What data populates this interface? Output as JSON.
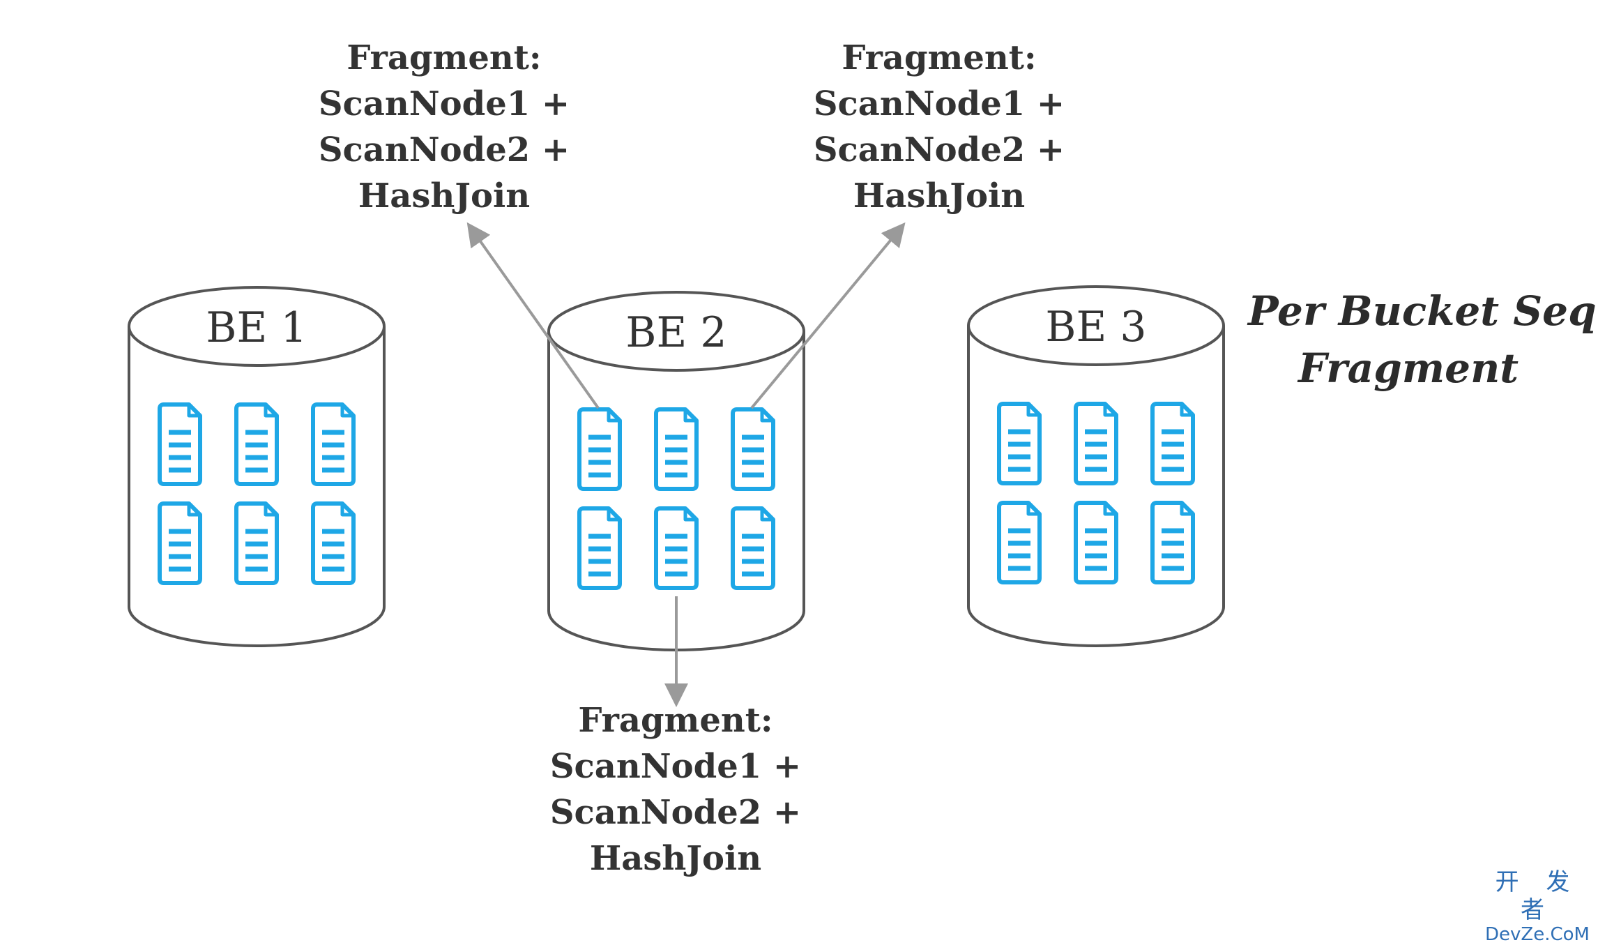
{
  "diagram": {
    "title_lines": [
      "Per Bucket Seq",
      "Fragment"
    ],
    "nodes": [
      {
        "label": "BE 1"
      },
      {
        "label": "BE 2"
      },
      {
        "label": "BE 3"
      }
    ],
    "fragments": [
      {
        "lines": [
          "Fragment:",
          "ScanNode1 +",
          "ScanNode2 +",
          "HashJoin"
        ]
      },
      {
        "lines": [
          "Fragment:",
          "ScanNode1 +",
          "ScanNode2 +",
          "HashJoin"
        ]
      },
      {
        "lines": [
          "Fragment:",
          "ScanNode1 +",
          "ScanNode2 +",
          "HashJoin"
        ]
      }
    ],
    "colors": {
      "cylinder_stroke": "#555555",
      "document_icon": "#1ea7e6",
      "arrow": "#9a9a9a",
      "text": "#333333"
    },
    "icons": [
      "document-icon"
    ]
  },
  "watermark": {
    "line1": "开 发 者",
    "line2": "DevZe.CoM"
  }
}
